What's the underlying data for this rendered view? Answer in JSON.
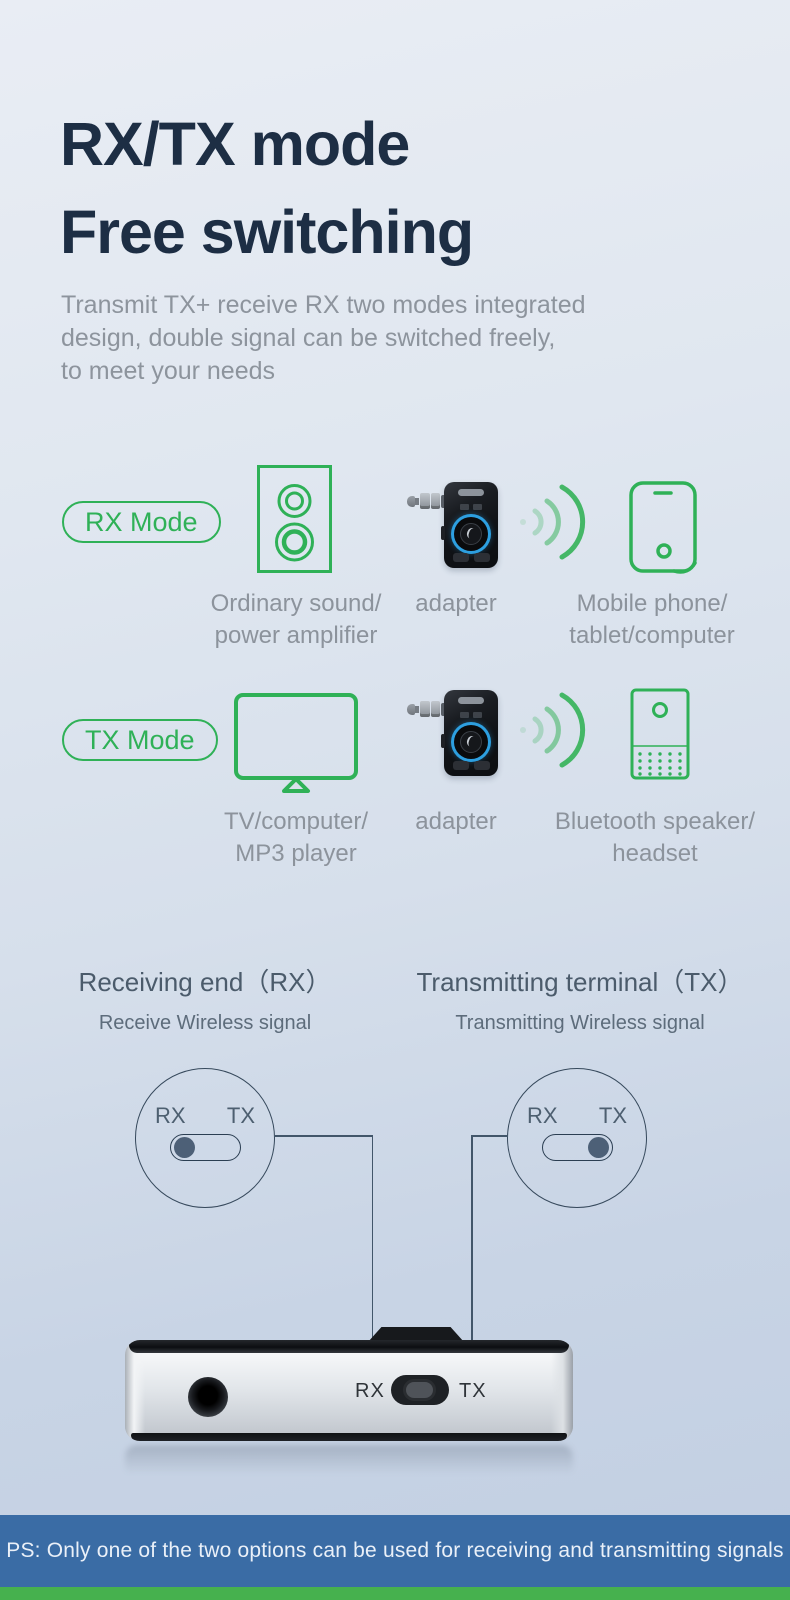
{
  "hero": {
    "title_line1": "RX/TX mode",
    "title_line2": "Free switching",
    "subtitle_lines": [
      "Transmit TX+ receive RX two modes integrated",
      "design, double signal can be switched freely,",
      "to meet your needs"
    ]
  },
  "modes": {
    "rx": {
      "label": "RX Mode",
      "source_lines": [
        "Ordinary sound/",
        "power amplifier"
      ],
      "adapter_label": "adapter",
      "target_lines": [
        "Mobile phone/",
        "tablet/computer"
      ]
    },
    "tx": {
      "label": "TX Mode",
      "source_lines": [
        "TV/computer/",
        "MP3 player"
      ],
      "adapter_label": "adapter",
      "target_lines": [
        "Bluetooth speaker/",
        "headset"
      ]
    }
  },
  "switch_diagrams": {
    "rx": {
      "title": "Receiving end（RX）",
      "subtitle": "Receive Wireless signal",
      "left_label": "RX",
      "right_label": "TX",
      "active": "RX"
    },
    "tx": {
      "title": "Transmitting terminal（TX）",
      "subtitle": "Transmitting Wireless signal",
      "left_label": "RX",
      "right_label": "TX",
      "active": "TX"
    }
  },
  "product": {
    "rx_label": "RX",
    "tx_label": "TX",
    "switch_position": "center"
  },
  "footer": {
    "note": "PS: Only one of the two options can be used for receiving and transmitting signals"
  },
  "colors": {
    "accent_green": "#2fb157",
    "title_navy": "#1d2e44",
    "body_gray": "#8c939c",
    "slate_text": "#4b5b6b",
    "diagram_line": "#42566a",
    "footer_blue": "#3a6ca5",
    "footer_green": "#46b14e",
    "adapter_ring_blue": "#2d9fe0"
  }
}
